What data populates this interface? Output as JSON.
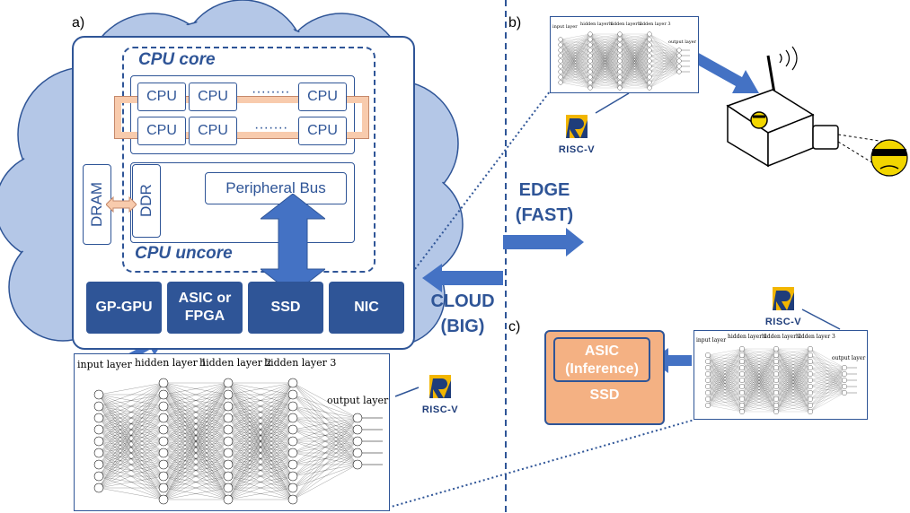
{
  "panels": {
    "a": "a)",
    "b": "b)",
    "c": "c)"
  },
  "server": {
    "cpu_core_title": "CPU core",
    "cpu_uncore_title": "CPU uncore",
    "cpu_label": "CPU",
    "dots_row1": "········",
    "dots_row2": "·······",
    "dram": "DRAM",
    "ddr": "DDR",
    "peripheral_bus": "Peripheral Bus",
    "devices": [
      "GP-GPU",
      "ASIC or\nFPGA",
      "SSD",
      "NIC"
    ]
  },
  "middle": {
    "edge_line1": "EDGE",
    "edge_line2": "(FAST)",
    "cloud_line1": "CLOUD",
    "cloud_line2": "(BIG)"
  },
  "nn": {
    "input_layer": "input layer",
    "hidden1": "hidden layer 1",
    "hidden2": "hidden layer 2",
    "hidden3": "hidden layer 3",
    "output_layer": "output layer"
  },
  "logos": {
    "riscv": "RISC-V"
  },
  "inference": {
    "asic_line1": "ASIC",
    "asic_line2": "(Inference)",
    "ssd": "SSD"
  },
  "colors": {
    "accent_blue": "#2f5597",
    "device_blue": "#2f5597",
    "cloud_fill": "#b4c7e7",
    "ssd_orange": "#f4b183",
    "ring_orange": "#f8cbad",
    "logo_gold": "#f2b600"
  },
  "icons": [
    "cloud-shape",
    "riscv-logo",
    "security-camera-icon",
    "masked-face-icon"
  ]
}
